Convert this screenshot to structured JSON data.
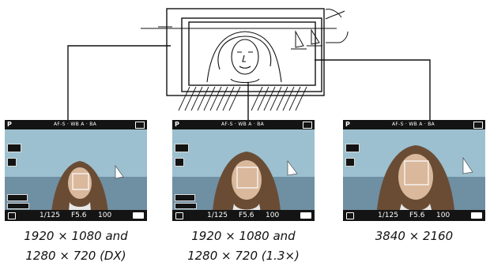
{
  "screens": [
    {
      "mode": "P",
      "info": "AF-S  ·  WB A  ·  BA",
      "shutter": "1/125",
      "aperture": "F5.6",
      "iso": "100",
      "caption": [
        "1920 × 1080 and",
        "1280 × 720 (DX)"
      ]
    },
    {
      "mode": "P",
      "info": "AF-S  ·  WB A  ·  BA",
      "shutter": "1/125",
      "aperture": "F5.6",
      "iso": "100",
      "caption": [
        "1920 × 1080 and",
        "1280 × 720 (1.3×)"
      ]
    },
    {
      "mode": "P",
      "info": "AF-S  ·  WB A  ·  BA",
      "shutter": "1/125",
      "aperture": "F5.6",
      "iso": "100",
      "caption": [
        "3840 × 2160"
      ]
    }
  ],
  "colors": {
    "sky": "#9cc0cf",
    "bar": "#141414",
    "outline": "#111111"
  },
  "icons": [
    "portrait-scene-icon",
    "sailboat-icon",
    "face-frame-icon",
    "battery-icon"
  ]
}
